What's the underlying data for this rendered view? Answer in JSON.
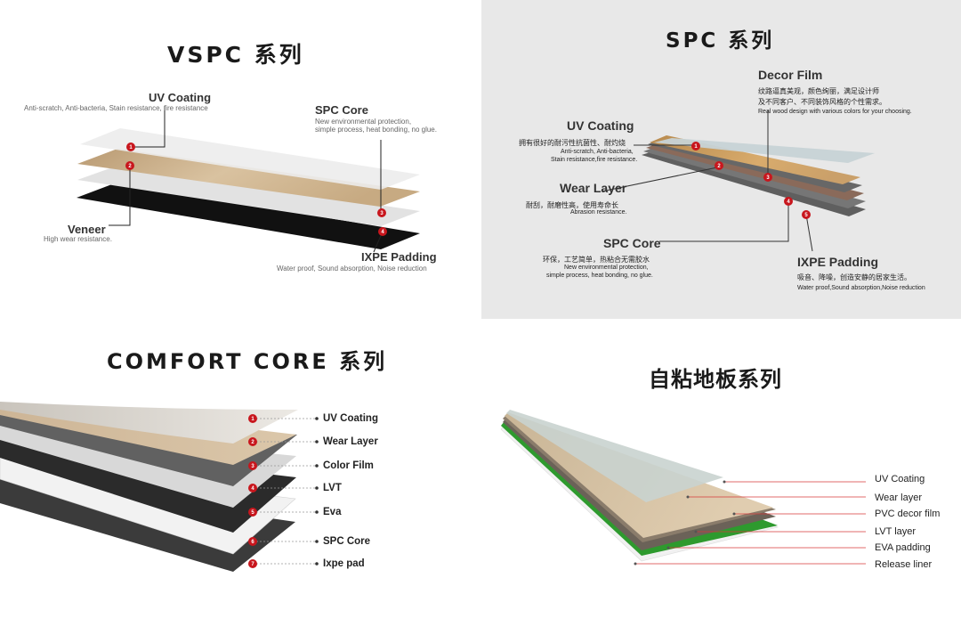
{
  "vspc": {
    "title": "VSPC 系列",
    "uv_coating": {
      "name": "UV Coating",
      "desc": "Anti-scratch, Anti-bacteria, Stain resistance, fire resistance"
    },
    "spc_core": {
      "name": "SPC Core",
      "desc1": "New environmental protection,",
      "desc2": "simple process, heat bonding, no glue."
    },
    "veneer": {
      "name": "Veneer",
      "desc": "High wear resistance."
    },
    "ixpe": {
      "name": "IXPE Padding",
      "desc": "Water proof, Sound absorption, Noise reduction"
    },
    "markers": [
      "1",
      "2",
      "3",
      "4"
    ]
  },
  "spc": {
    "title": "SPC 系列",
    "decor_film": {
      "name": "Decor Film",
      "cn1": "纹路逼真美观，颜色绚丽，满足设计师",
      "cn2": "及不同客户、不同装饰风格的个性需求。",
      "en": "Real wood design with various colors for your choosing."
    },
    "uv_coating": {
      "name": "UV Coating",
      "cn": "拥有很好的耐污性抗菌性、耐灼烧",
      "en1": "Anti-scratch, Anti-bacteria,",
      "en2": "Stain resistance,fire resistance."
    },
    "wear_layer": {
      "name": "Wear Layer",
      "cn": "耐刮，耐磨性高，使用寿命长",
      "en": "Abrasion resistance."
    },
    "spc_core": {
      "name": "SPC Core",
      "cn": "环保，工艺简单，热粘合无需胶水",
      "en1": "New environmental protection,",
      "en2": "simple process, heat bonding, no glue."
    },
    "ixpe": {
      "name": "IXPE Padding",
      "cn": "吸音、降噪，创造安静的居家生活。",
      "en": "Water proof,Sound absorption,Noise reduction"
    },
    "markers": [
      "1",
      "2",
      "3",
      "4",
      "5"
    ]
  },
  "comfort": {
    "title": "COMFORT CORE 系列",
    "layers": [
      "UV Coating",
      "Wear Layer",
      "Color Film",
      "LVT",
      "Eva",
      "SPC Core",
      "Ixpe pad"
    ],
    "markers": [
      "1",
      "2",
      "3",
      "4",
      "5",
      "6",
      "7"
    ]
  },
  "selfadhesive": {
    "title": "自粘地板系列",
    "layers": [
      "UV Coating",
      "Wear layer",
      "PVC decor film",
      "LVT layer",
      "EVA padding",
      "Release liner"
    ]
  },
  "colors": {
    "marker_red": "#c8161d",
    "accent_red": "#d63a3a",
    "green_liner": "#2e9a2e"
  }
}
